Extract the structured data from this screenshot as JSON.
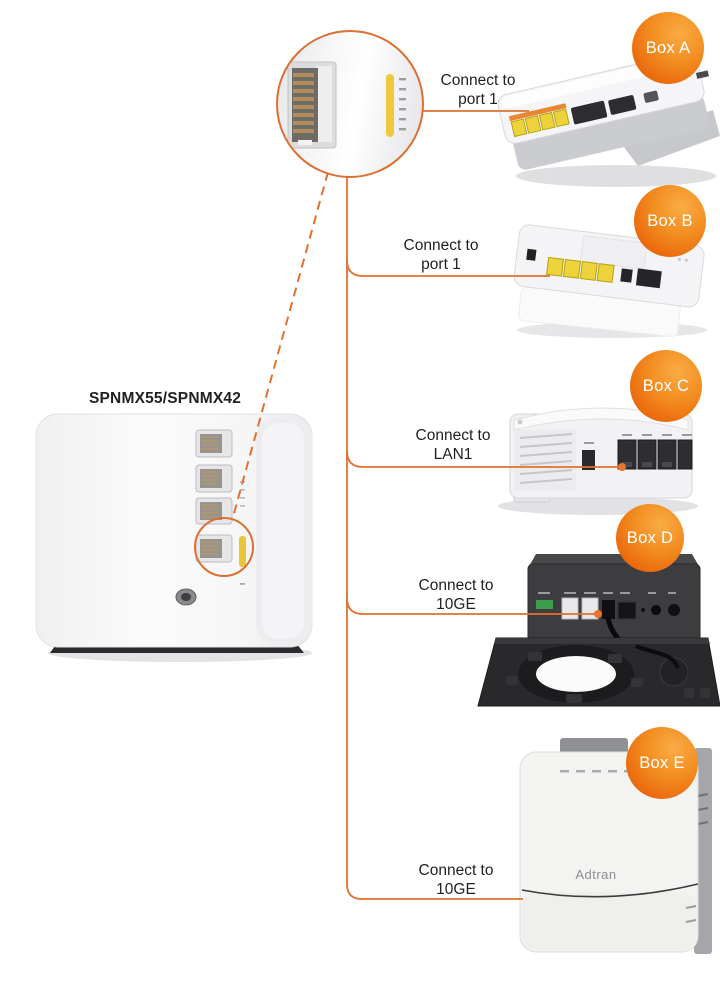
{
  "router": {
    "model_label": "SPNMX55/SPNMX42"
  },
  "boxes": [
    {
      "id": "A",
      "badge": "Box A",
      "label_line1": "Connect to",
      "label_line2": "port 1"
    },
    {
      "id": "B",
      "badge": "Box B",
      "label_line1": "Connect to",
      "label_line2": "port 1"
    },
    {
      "id": "C",
      "badge": "Box C",
      "label_line1": "Connect to",
      "label_line2": "LAN1"
    },
    {
      "id": "D",
      "badge": "Box D",
      "label_line1": "Connect to",
      "label_line2": "10GE"
    },
    {
      "id": "E",
      "badge": "Box E",
      "label_line1": "Connect to",
      "label_line2": "10GE"
    }
  ],
  "device_e_brand": "Adtran",
  "colors": {
    "accent_orange": "#E2702F",
    "badge_gradient_light": "#F9AC45",
    "badge_gradient_dark": "#E35607",
    "port_yellow": "#EDD23B",
    "label_text": "#231F20"
  }
}
